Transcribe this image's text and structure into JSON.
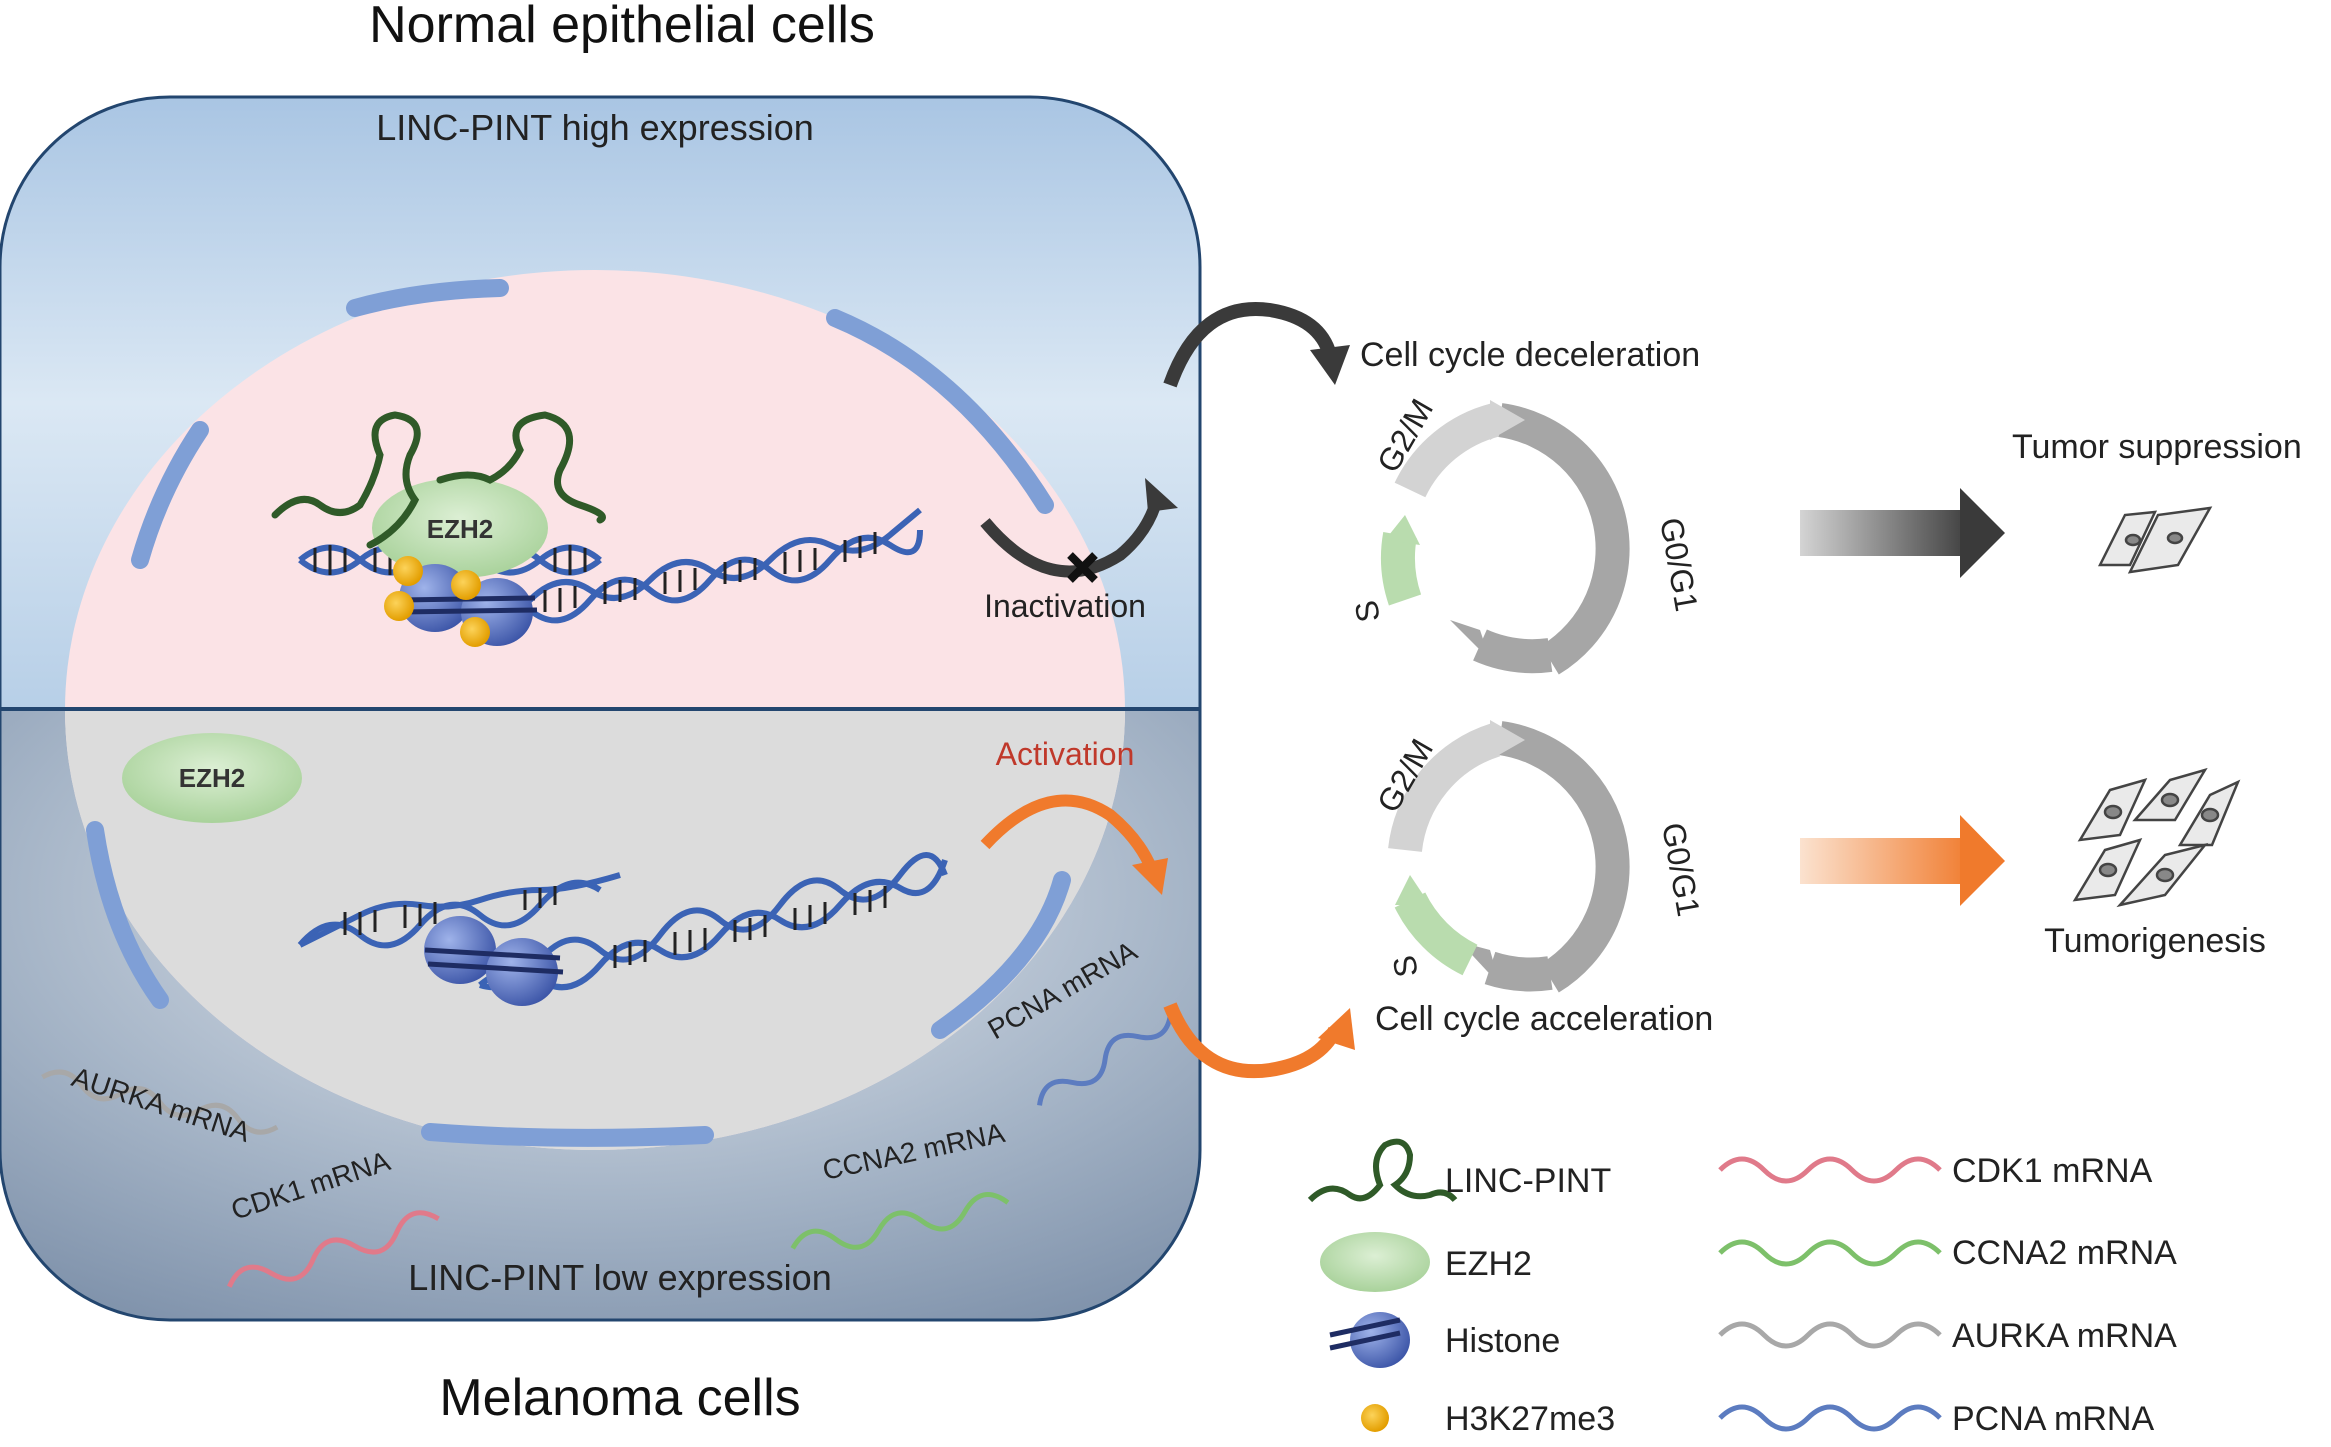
{
  "titles": {
    "top": "Normal epithelial cells",
    "bottom": "Melanoma cells"
  },
  "cell": {
    "top_caption": "LINC-PINT high expression",
    "bottom_caption": "LINC-PINT low expression",
    "ezh2_label_top": "EZH2",
    "ezh2_label_bottom": "EZH2",
    "inactivation": "Inactivation",
    "activation": "Activation",
    "mrna_labels": {
      "aurka": "AURKA mRNA",
      "cdk1": "CDK1 mRNA",
      "pcna": "PCNA mRNA",
      "ccna2": "CCNA2 mRNA"
    }
  },
  "cycles": {
    "top": {
      "title": "Cell cycle deceleration",
      "phases": {
        "g2m": "G2/M",
        "g0g1": "G0/G1",
        "s": "S"
      },
      "outcome": "Tumor suppression"
    },
    "bottom": {
      "title": "Cell cycle acceleration",
      "phases": {
        "g2m": "G2/M",
        "g0g1": "G0/G1",
        "s": "S"
      },
      "outcome": "Tumorigenesis"
    }
  },
  "legend": [
    {
      "label": "LINC-PINT",
      "icon": "linc-pint-icon"
    },
    {
      "label": "EZH2",
      "icon": "ezh2-icon"
    },
    {
      "label": "Histone",
      "icon": "histone-icon"
    },
    {
      "label": "H3K27me3",
      "icon": "h3k27me3-icon"
    },
    {
      "label": "CDK1 mRNA",
      "icon": "cdk1-mrna-icon"
    },
    {
      "label": "CCNA2 mRNA",
      "icon": "ccna2-mrna-icon"
    },
    {
      "label": "AURKA mRNA",
      "icon": "aurka-mrna-icon"
    },
    {
      "label": "PCNA mRNA",
      "icon": "pcna-mrna-icon"
    }
  ],
  "colors": {
    "cell_top": "#bcd4ea",
    "cell_bottom": "#8ea1b8",
    "nucleus_top": "#fbe3e6",
    "nucleus_bottom": "#d9d9d9",
    "envelope": "#7f9fd6",
    "ezh2": "#b9dcae",
    "histone": "#5a78c8",
    "h3k27me3": "#f2b21b",
    "linc_pint": "#2f5a28",
    "cdk1": "#e07a8a",
    "ccna2": "#7dc06a",
    "aurka": "#a8a8a8",
    "pcna": "#5c7cc0",
    "dark_arrow": "#3a3a3a",
    "orange_arrow": "#f07a2c",
    "activation_text": "#c0392b",
    "cycle_gray": "#a6a6a6",
    "cycle_light": "#d0d0d0",
    "cycle_green": "#b9dcae"
  }
}
